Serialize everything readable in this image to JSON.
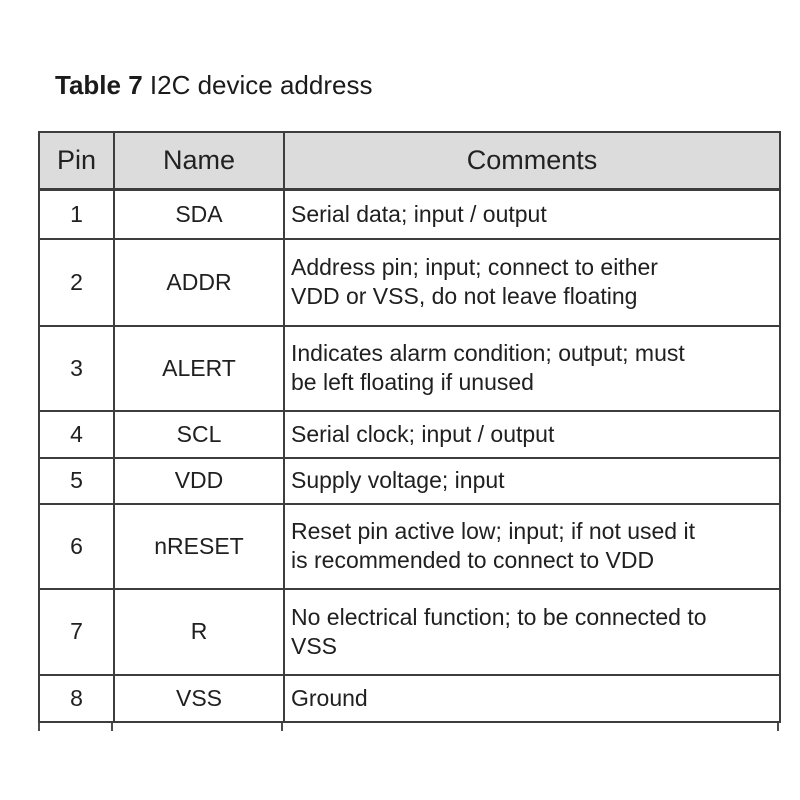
{
  "title": {
    "prefix": "Table 7",
    "text": " I2C device address"
  },
  "table": {
    "headers": {
      "pin": "Pin",
      "name": "Name",
      "comments": "Comments"
    },
    "rows": [
      {
        "pin": "1",
        "name": "SDA",
        "comments": "Serial data; input / output"
      },
      {
        "pin": "2",
        "name": "ADDR",
        "comments": "Address pin; input; connect to either\nVDD or VSS, do not leave floating"
      },
      {
        "pin": "3",
        "name": "ALERT",
        "comments": "Indicates alarm condition; output; must\nbe left floating if unused"
      },
      {
        "pin": "4",
        "name": "SCL",
        "comments": "Serial clock; input / output"
      },
      {
        "pin": "5",
        "name": "VDD",
        "comments": "Supply voltage; input"
      },
      {
        "pin": "6",
        "name": "nRESET",
        "comments": "Reset pin active low; input; if not used it\nis recommended to connect to VDD"
      },
      {
        "pin": "7",
        "name": "R",
        "comments": "No electrical function; to be connected to\nVSS"
      },
      {
        "pin": "8",
        "name": "VSS",
        "comments": "Ground"
      }
    ]
  },
  "colors": {
    "header_bg": "#dcdcdc",
    "border": "#3d3d3d",
    "text": "#202020",
    "page_bg": "#ffffff"
  }
}
